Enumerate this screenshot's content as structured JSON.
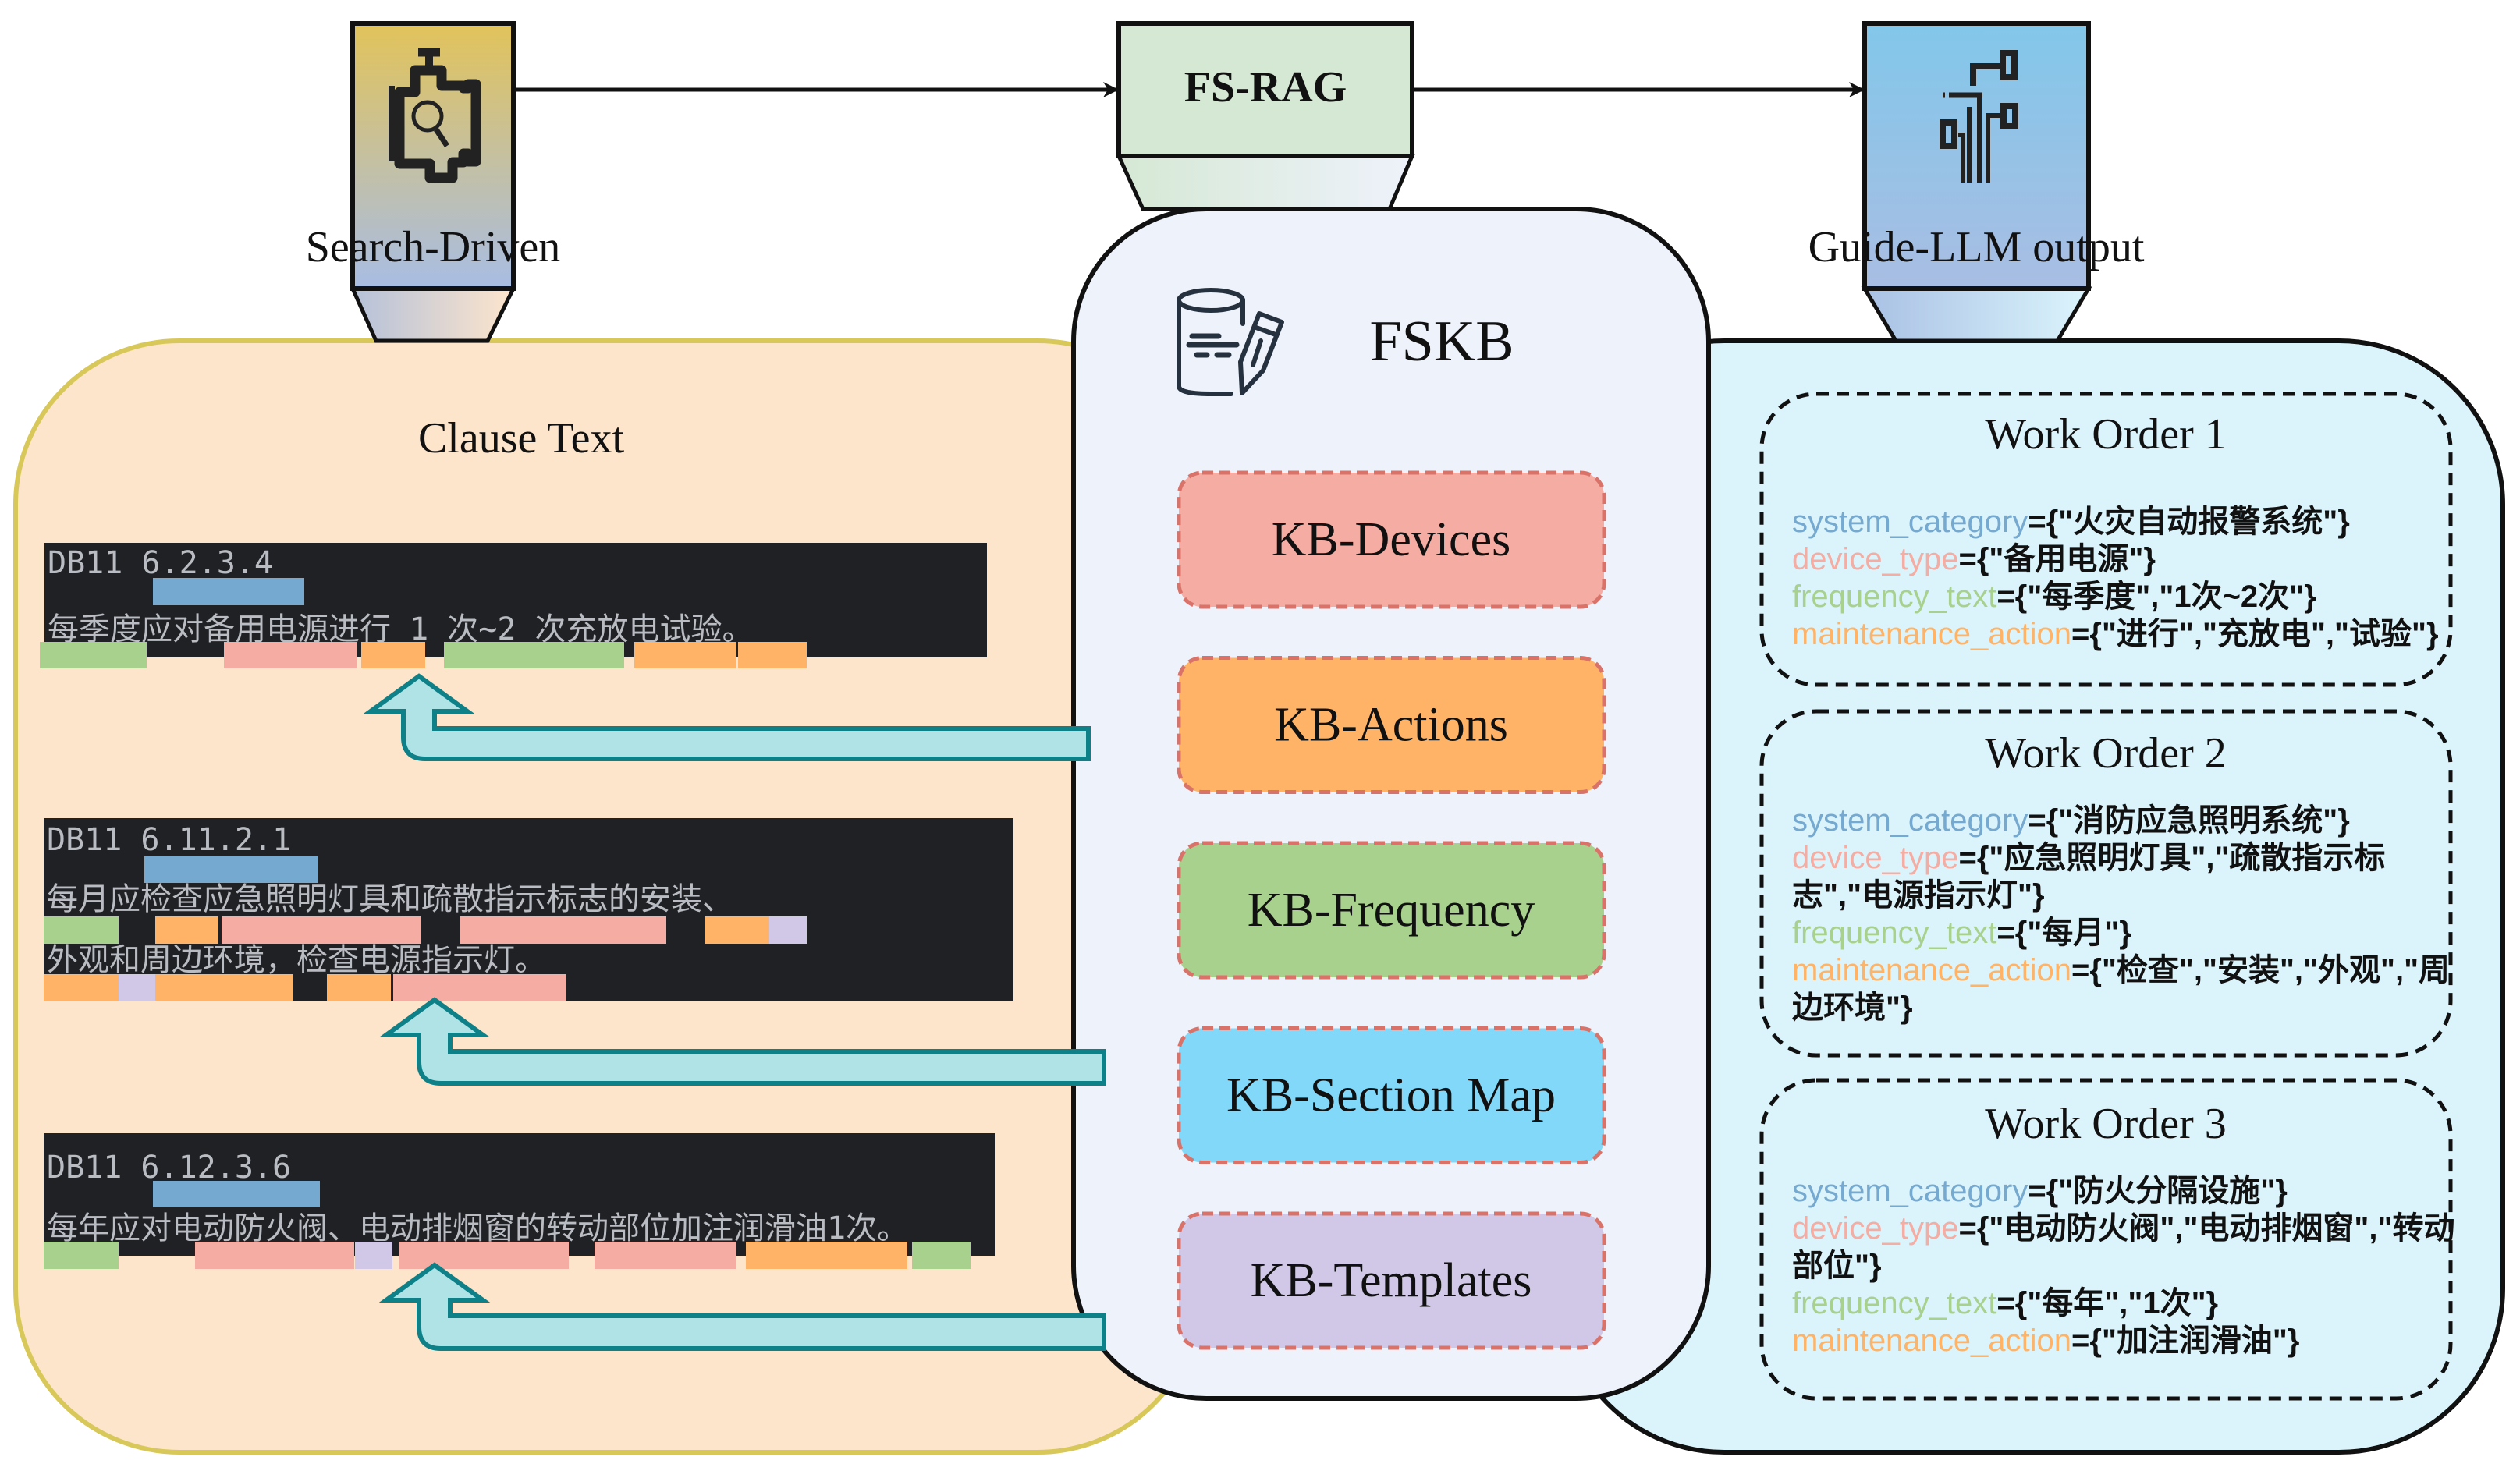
{
  "header": {
    "search_driven": {
      "label": "Search-Driven",
      "icon": "engine-search-icon"
    },
    "fs_rag": {
      "label": "FS-RAG"
    },
    "guide_llm": {
      "label": "Guide-LLM output",
      "icon": "circuit-icon"
    }
  },
  "clause_panel": {
    "title": "Clause Text",
    "clauses": [
      {
        "code": "DB11 6.2.3.4",
        "lines": [
          "每季度应对备用电源进行 1 次~2 次充放电试验。"
        ]
      },
      {
        "code": "DB11 6.11.2.1",
        "lines": [
          "每月应检查应急照明灯具和疏散指示标志的安装、",
          "外观和周边环境，检查电源指示灯。"
        ]
      },
      {
        "code": "DB11 6.12.3.6",
        "lines": [
          "每年应对电动防火阀、电动排烟窗的转动部位加注润滑油1次。"
        ]
      }
    ]
  },
  "fskb": {
    "title": "FSKB",
    "icon": "database-edit-icon",
    "items": [
      {
        "label": "KB-Devices",
        "color": "#f4aca3"
      },
      {
        "label": "KB-Actions",
        "color": "#ffb366"
      },
      {
        "label": "KB-Frequency",
        "color": "#a9d18e"
      },
      {
        "label": "KB-Section Map",
        "color": "#82d8f8"
      },
      {
        "label": "KB-Templates",
        "color": "#d0c8e6"
      }
    ]
  },
  "output_panel": {
    "work_orders": [
      {
        "title": "Work Order 1",
        "lines": [
          {
            "key": "system_category",
            "value": "={\"火灾自动报警系统\"}"
          },
          {
            "key": "device_type",
            "value": "={\"备用电源\"}"
          },
          {
            "key": "frequency_text",
            "value": "={\"每季度\",\"1次~2次\"}"
          },
          {
            "key": "maintenance_action",
            "value": "={\"进行\",\"充放电\",\"试验\"}"
          }
        ]
      },
      {
        "title": "Work Order 2",
        "lines": [
          {
            "key": "system_category",
            "value": "={\"消防应急照明系统\"}"
          },
          {
            "key": "device_type",
            "value": "={\"应急照明灯具\",\"疏散指示标",
            "cont": "志\",\"电源指示灯\"}"
          },
          {
            "key": "frequency_text",
            "value": "={\"每月\"}"
          },
          {
            "key": "maintenance_action",
            "value": "={\"检查\",\"安装\",\"外观\",\"周",
            "cont": "边环境\"}"
          }
        ]
      },
      {
        "title": "Work Order 3",
        "lines": [
          {
            "key": "system_category",
            "value": "={\"防火分隔设施\"}"
          },
          {
            "key": "device_type",
            "value": "={\"电动防火阀\",\"电动排烟窗\",\"转动",
            "cont": "部位\"}"
          },
          {
            "key": "frequency_text",
            "value": "={\"每年\",\"1次\"}"
          },
          {
            "key": "maintenance_action",
            "value": "={\"加注润滑油\"}"
          }
        ]
      }
    ]
  },
  "colors": {
    "section": "#76a9cf",
    "device": "#f4aca3",
    "action": "#ffb366",
    "frequency": "#a9d18e",
    "template": "#d0c8e6"
  }
}
